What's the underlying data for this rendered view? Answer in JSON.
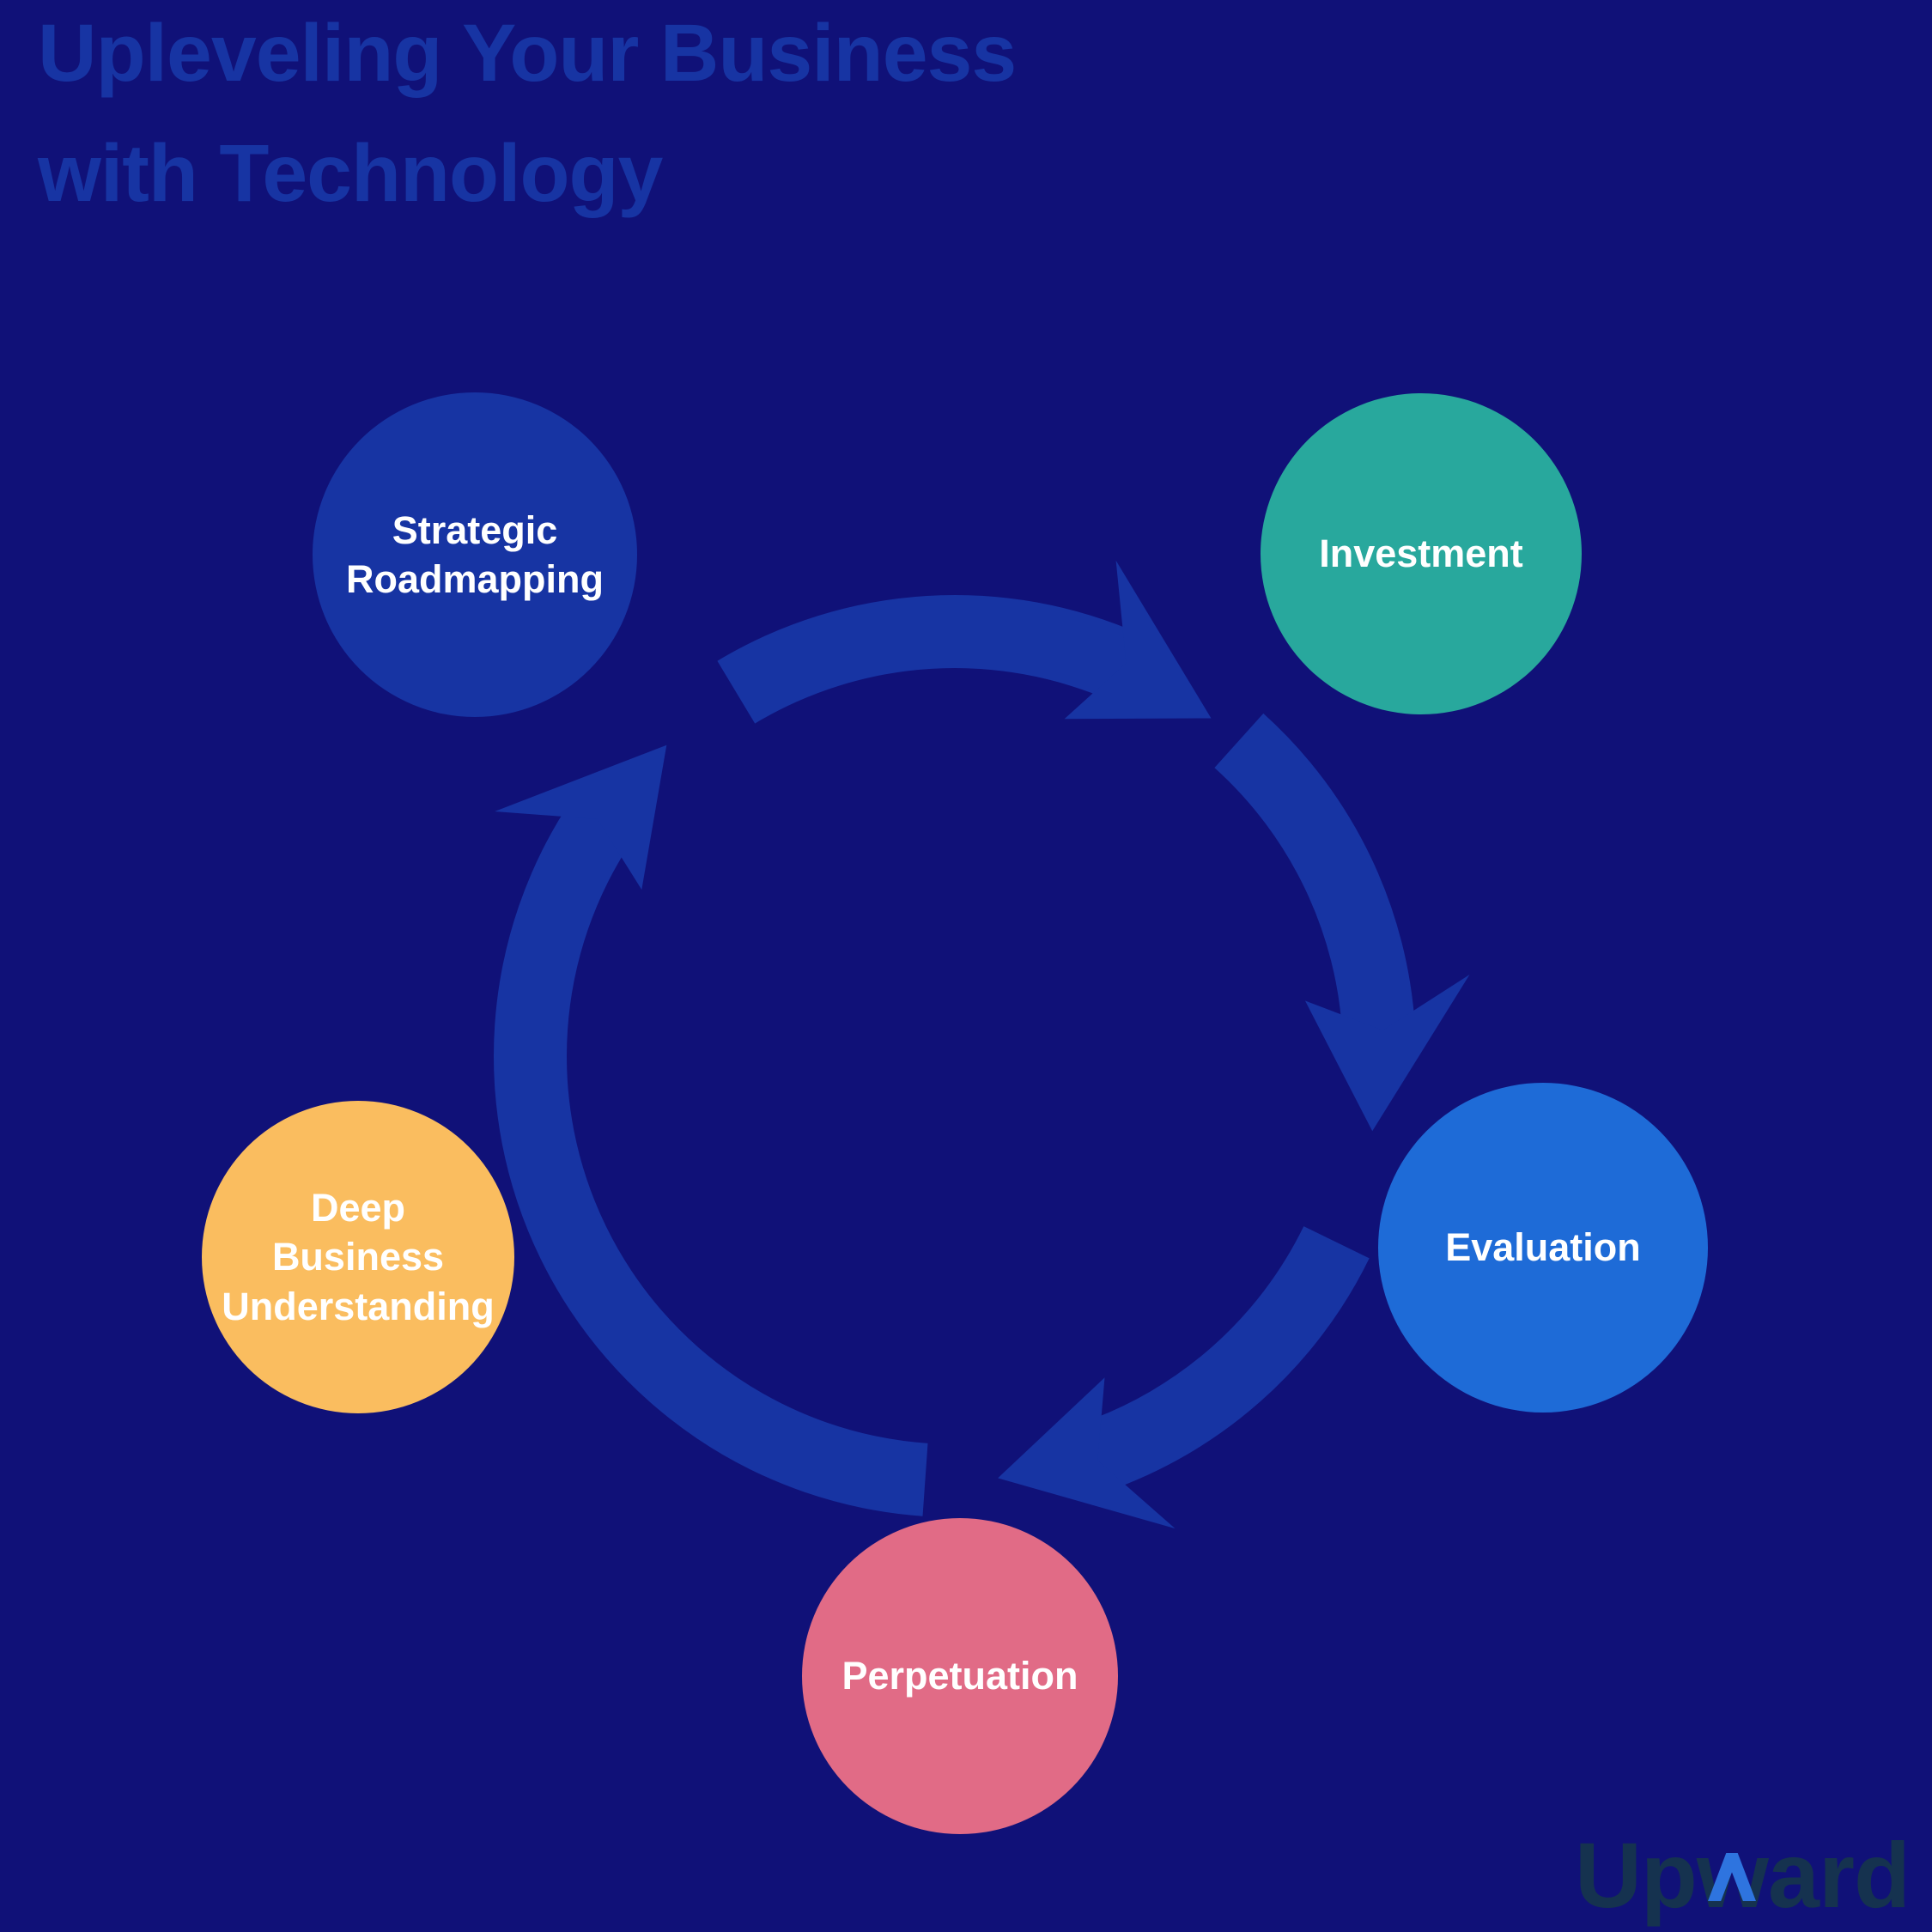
{
  "title": {
    "text": "Upleveling Your Business with Technology",
    "lines": [
      "Upleveling Your Business",
      "with Technology"
    ]
  },
  "cycle": {
    "arrow_color": "#1734A3",
    "nodes": [
      {
        "id": "strategic-roadmapping",
        "label": "Strategic Roadmapping",
        "lines": [
          "Strategic",
          "Roadmapping"
        ],
        "color": "#1734A3",
        "text_color": "#FFFFFF"
      },
      {
        "id": "investment",
        "label": "Investment",
        "lines": [
          "Investment"
        ],
        "color": "#28A89D",
        "text_color": "#FFFFFF"
      },
      {
        "id": "evaluation",
        "label": "Evaluation",
        "lines": [
          "Evaluation"
        ],
        "color": "#1E6BD7",
        "text_color": "#FFFFFF"
      },
      {
        "id": "perpetuation",
        "label": "Perpetuation",
        "lines": [
          "Perpetuation"
        ],
        "color": "#E16B86",
        "text_color": "#FFFFFF"
      },
      {
        "id": "deep-business-understanding",
        "label": "Deep Business Understanding",
        "lines": [
          "Deep",
          "Business",
          "Understanding"
        ],
        "color": "#FABD5F",
        "text_color": "#FFFFFF"
      }
    ]
  },
  "logo": {
    "text": "Upward",
    "prefix": "Up",
    "w_letter": "w",
    "suffix": "ard",
    "letter_color": "#15324F",
    "caret_color": "#2E74DF"
  },
  "colors": {
    "background": "#101178",
    "title": "#1734A3"
  }
}
